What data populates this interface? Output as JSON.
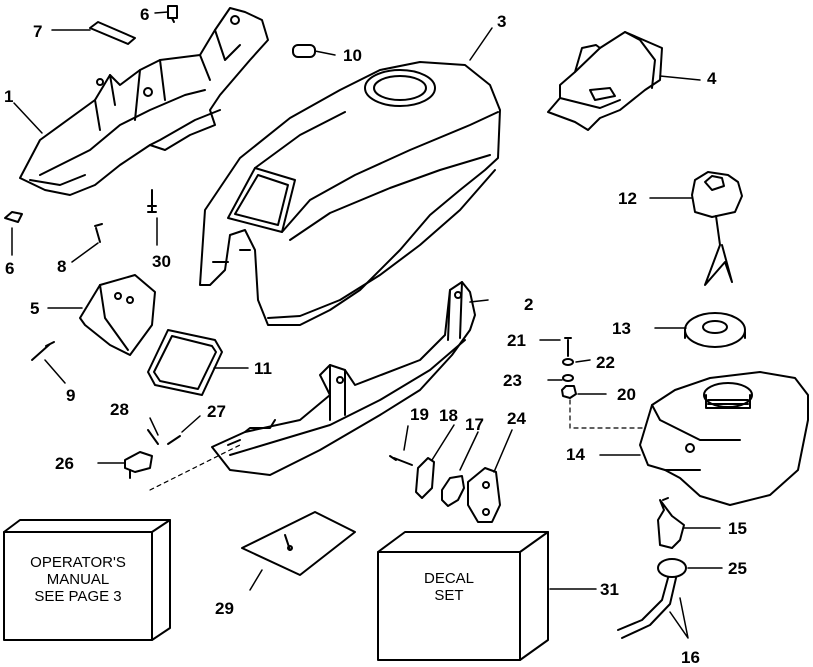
{
  "callouts": {
    "c1": "1",
    "c2": "2",
    "c3": "3",
    "c4": "4",
    "c5": "5",
    "c6a": "6",
    "c6b": "6",
    "c7": "7",
    "c8": "8",
    "c9": "9",
    "c10": "10",
    "c11": "11",
    "c12": "12",
    "c13": "13",
    "c14": "14",
    "c15": "15",
    "c16": "16",
    "c17": "17",
    "c18": "18",
    "c19": "19",
    "c20": "20",
    "c21": "21",
    "c22": "22",
    "c23": "23",
    "c24": "24",
    "c25": "25",
    "c26": "26",
    "c27": "27",
    "c28": "28",
    "c29": "29",
    "c30": "30",
    "c31": "31"
  },
  "operator_manual_box": {
    "line1": "OPERATOR'S",
    "line2": "MANUAL",
    "line3": "SEE PAGE 3"
  },
  "decal_box": {
    "line1": "DECAL",
    "line2": "SET"
  }
}
